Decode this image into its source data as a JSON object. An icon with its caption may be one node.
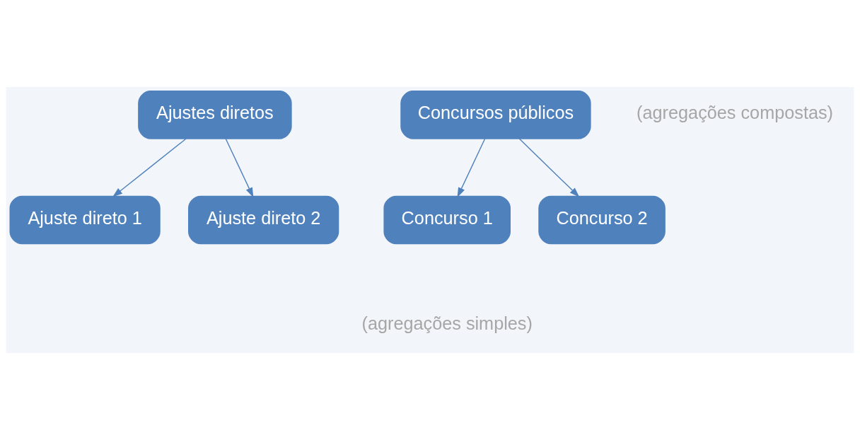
{
  "diagram": {
    "nodes": [
      {
        "text": [
          "Ajustes diretos"
        ]
      },
      {
        "text": [
          "Ajuste direto 1"
        ]
      },
      {
        "text": [
          "Ajuste direto 2"
        ]
      },
      {
        "text": [
          "Concursos públicos"
        ]
      },
      {
        "text": [
          "Concurso 1"
        ]
      },
      {
        "text": [
          "Concurso 2"
        ]
      }
    ],
    "edges": [
      {
        "from": 0,
        "to": 1,
        "arrow": "to"
      },
      {
        "from": 0,
        "to": 2,
        "arrow": "to"
      },
      {
        "from": 3,
        "to": 4,
        "arrow": "to"
      },
      {
        "from": 3,
        "to": 5,
        "arrow": "to"
      }
    ],
    "labels": [
      "(agregações compostas)",
      "(agregações simples)"
    ]
  }
}
